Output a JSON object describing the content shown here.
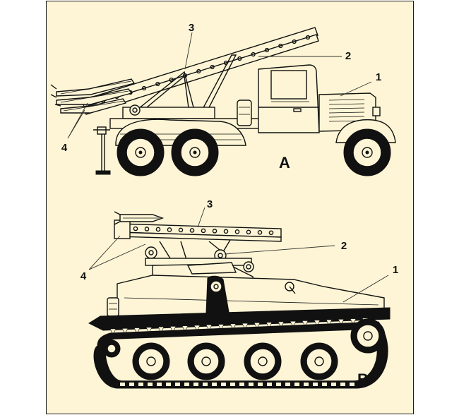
{
  "figure": {
    "background": "#fdf5d5",
    "ink": "#111111",
    "vehicle_a": {
      "letter": "A",
      "callouts": {
        "c1": "1",
        "c2": "2",
        "c3": "3",
        "c4": "4"
      }
    },
    "vehicle_b": {
      "letter": "B",
      "callouts": {
        "c1": "1",
        "c2": "2",
        "c3": "3",
        "c4": "4"
      }
    }
  }
}
